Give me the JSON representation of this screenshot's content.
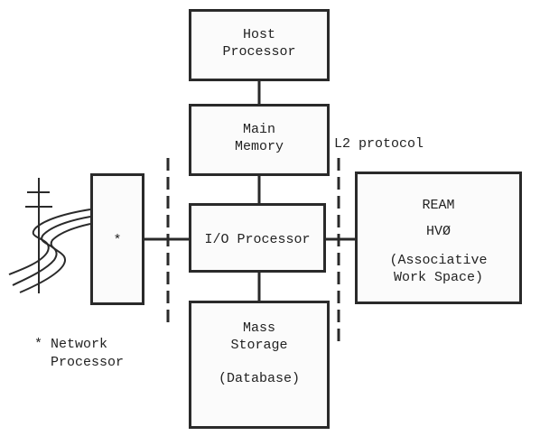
{
  "diagram": {
    "host_processor": {
      "line1": "Host",
      "line2": "Processor"
    },
    "main_memory": {
      "line1": "Main",
      "line2": "Memory"
    },
    "io_processor": {
      "label": "I/O Processor"
    },
    "mass_storage": {
      "line1": "Mass",
      "line2": "Storage",
      "line3": "(Database)"
    },
    "network_box": {
      "label": "*"
    },
    "ream_box": {
      "line1": "REAM",
      "line2": "HVØ",
      "line3": "(Associative",
      "line4": "Work Space)"
    },
    "protocol_label": "L2 protocol",
    "footnote": {
      "line1": "* Network",
      "line2": "Processor"
    }
  }
}
